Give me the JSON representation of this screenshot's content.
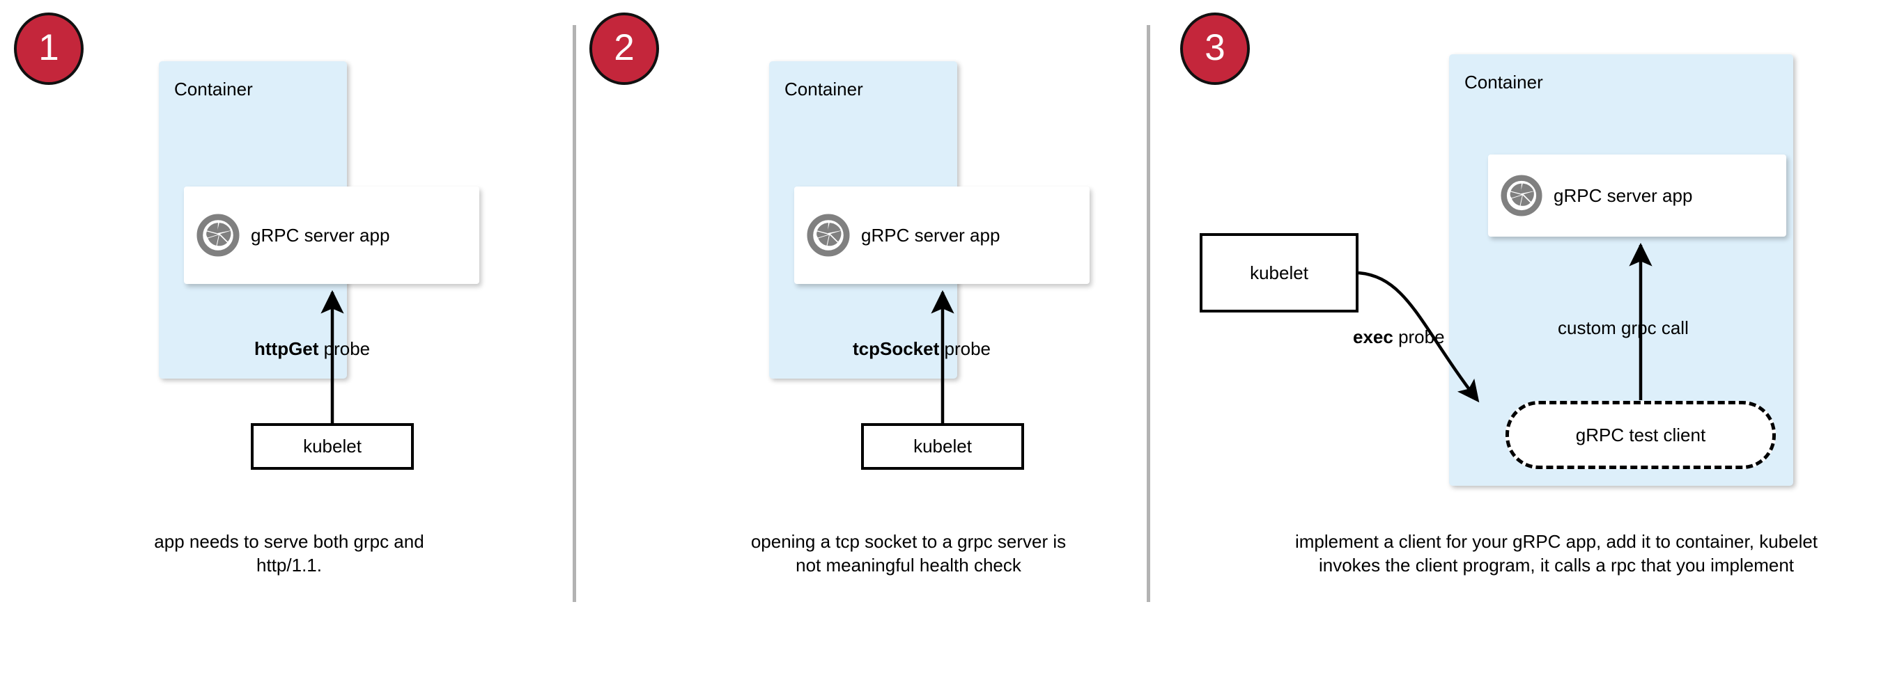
{
  "diagram": {
    "title": "gRPC health probe approaches in Kubernetes",
    "colors": {
      "badge_fill": "#c4263b",
      "badge_stroke": "#111111",
      "badge_text": "#ffffff",
      "container_fill": "#ddeffa",
      "card_fill": "#ffffff",
      "icon_gray": "#808080",
      "divider_gray": "#b3b3b3",
      "stroke_black": "#000000"
    }
  },
  "panels": [
    {
      "badge": "1",
      "container_label": "Container",
      "app_card": {
        "icon": "grpc-aperture-icon",
        "label": "gRPC server app"
      },
      "probe": {
        "bold": "httpGet",
        "rest": " probe"
      },
      "kubelet_label": "kubelet",
      "caption": "app needs to serve both grpc and http/1.1."
    },
    {
      "badge": "2",
      "container_label": "Container",
      "app_card": {
        "icon": "grpc-aperture-icon",
        "label": "gRPC server app"
      },
      "probe": {
        "bold": "tcpSocket",
        "rest": " probe"
      },
      "kubelet_label": "kubelet",
      "caption": "opening a tcp socket to a grpc server is not meaningful health check"
    },
    {
      "badge": "3",
      "container_label": "Container",
      "app_card": {
        "icon": "grpc-aperture-icon",
        "label": "gRPC server app"
      },
      "probe": {
        "bold": "exec",
        "rest": " probe"
      },
      "kubelet_label": "kubelet",
      "call_label": "custom grpc call",
      "test_client_label": "gRPC test client",
      "caption": "implement a client for your gRPC app, add it to container, kubelet invokes the client program, it calls a rpc that you implement"
    }
  ]
}
